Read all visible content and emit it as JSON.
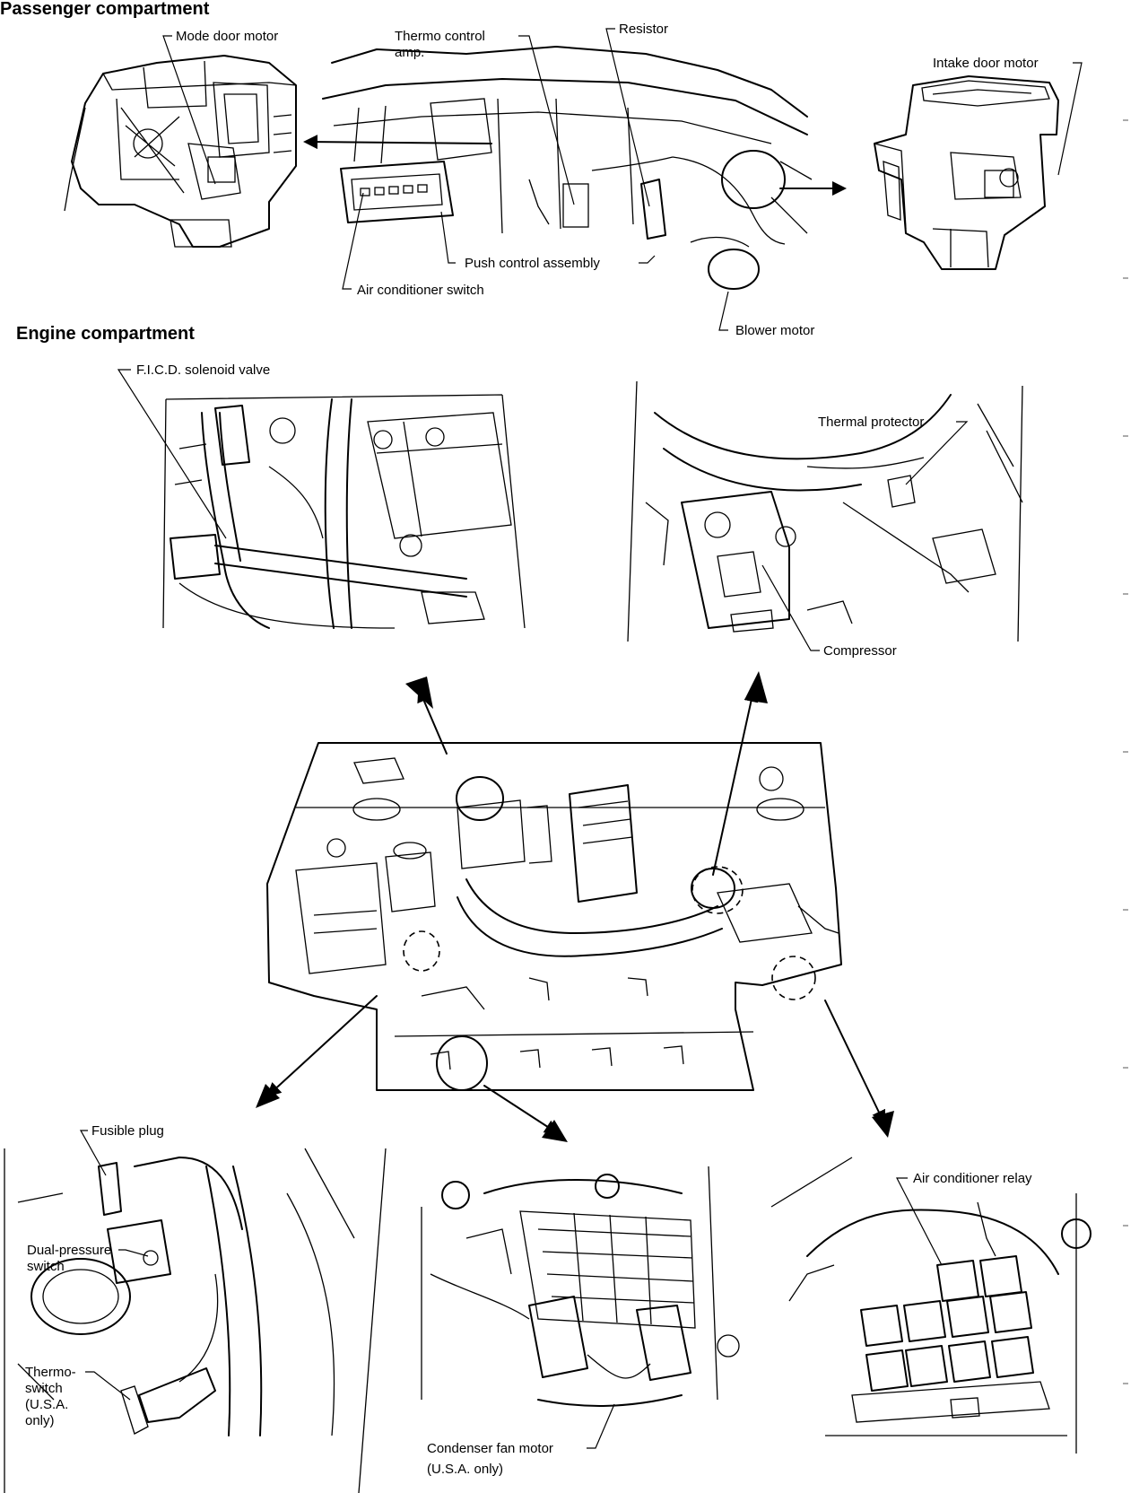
{
  "sections": {
    "passenger": "Passenger compartment",
    "engine": "Engine compartment"
  },
  "labels": {
    "mode_door_motor": "Mode door motor",
    "thermo_control_amp_1": "Thermo control",
    "thermo_control_amp_2": "amp.",
    "resistor": "Resistor",
    "intake_door_motor": "Intake door motor",
    "push_control_assembly": "Push control assembly",
    "air_conditioner_switch": "Air conditioner switch",
    "blower_motor": "Blower motor",
    "ficd_solenoid_valve": "F.I.C.D. solenoid valve",
    "thermal_protector": "Thermal protector",
    "compressor": "Compressor",
    "fusible_plug": "Fusible plug",
    "dual_pressure_switch_1": "Dual-pressure",
    "dual_pressure_switch_2": "switch",
    "thermo_switch_1": "Thermo-",
    "thermo_switch_2": "switch",
    "thermo_switch_3": "(U.S.A.",
    "thermo_switch_4": "only)",
    "air_conditioner_relay": "Air conditioner relay",
    "condenser_fan_motor_1": "Condenser fan motor",
    "condenser_fan_motor_2": "(U.S.A. only)"
  }
}
